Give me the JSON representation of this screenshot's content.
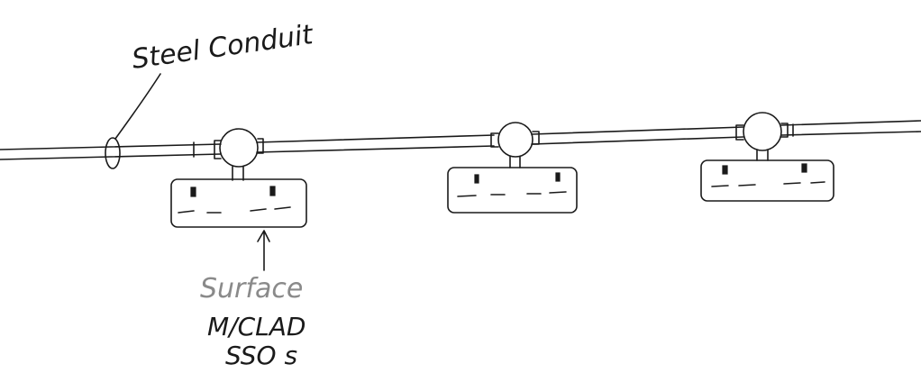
{
  "labels": {
    "conduit": "Steel Conduit",
    "surface": "Surface",
    "mclad": "M/CLAD",
    "ssos": "SSO s"
  },
  "colors": {
    "ink": "#1a1a1a",
    "surface_label": "#8a8a8a"
  }
}
